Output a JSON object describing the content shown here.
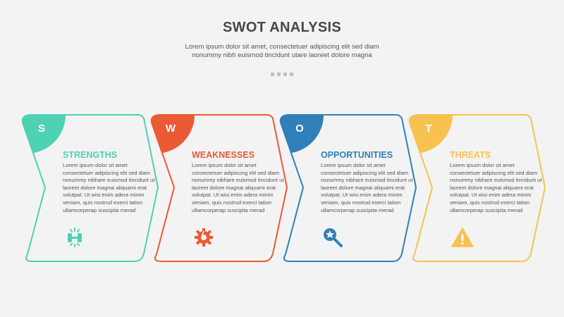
{
  "header": {
    "title": "SWOT ANALYSIS",
    "subtitle": "Lorem ipsum dolor sit amet, consectetuer adipiscing elit sed diam nonummy nibh euismod tincidunt utare laoreet dolore magna"
  },
  "cards": [
    {
      "letter": "S",
      "heading": "STRENGTHS",
      "body": "Lorem ipsum dolor sit amet consectetuer adipiscing elit sed diam nonummy nibhare euismod tincidunt ut laoreet dolore magnai aliquami erat volutpat. Ut wisi enim adera minim veniam, quis nostrud exerci tation ullamcorperap suscipita merad",
      "color": "#4fd1b3",
      "icon": "fitness-dumbbell-icon"
    },
    {
      "letter": "W",
      "heading": "WEAKNESSES",
      "body": "Lorem ipsum dolor sit amet consectetuer adipiscing elit sed diam nonummy nibhare euismod tincidunt ut laoreet dolore magnai aliquami erat volutpat. Ut wisi enim adera minim veniam, quis nostrud exerci tation ullamcorperap suscipita merad",
      "color": "#ea5a35",
      "icon": "broken-gear-icon"
    },
    {
      "letter": "O",
      "heading": "OPPORTUNITIES",
      "body": "Lorem ipsum dolor sit amet consectetuer adipiscing elit sed diam nonummy nibhare euismod tincidunt ut laoreet dolore magnai aliquami erat volutpat. Ut wisi enim adera minim veniam, quis nostrud exerci tation ullamcorperap suscipita merad",
      "color": "#2f80b8",
      "icon": "search-star-icon"
    },
    {
      "letter": "T",
      "heading": "THREATS",
      "body": "Lorem ipsum dolor sit amet consectetuer adipiscing elit sed diam nonummy nibhare euismod tincidunt ut laoreet dolore magnai aliquami erat volutpat. Ut wisi enim adera minim veniam, quis nostrud exerci tation ullamcorperap suscipita merad",
      "color": "#f7c250",
      "icon": "warning-triangle-icon"
    }
  ]
}
